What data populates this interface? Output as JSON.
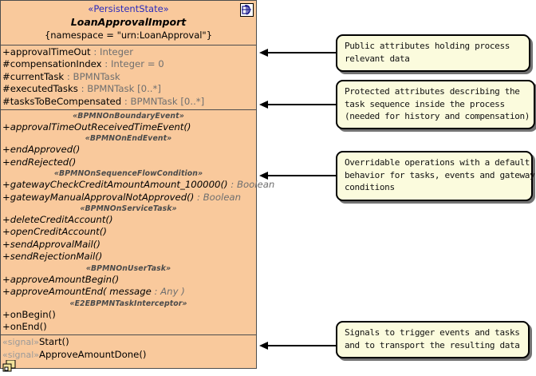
{
  "diagram": {
    "type": "uml-class-diagram",
    "class": {
      "stereotype": "«PersistentState»",
      "name": "LoanApprovalImport",
      "tagged_value": "{namespace = \"urn:LoanApproval\"}",
      "header_icon": "persistent-state-icon",
      "corner_icon": "component-icon",
      "fill_color": "#f9c99c",
      "border_color": "#4d4d4d",
      "stereotype_color": "#2b2bbd",
      "type_color": "#6f6f6f",
      "attributes": [
        {
          "visibility": "+",
          "name": "approvalTimeOut",
          "type": " : Integer"
        },
        {
          "visibility": "#",
          "name": "compensationIndex",
          "type": " : Integer = 0"
        },
        {
          "visibility": "#",
          "name": "currentTask",
          "type": " : BPMNTask"
        },
        {
          "visibility": "#",
          "name": "executedTasks",
          "type": " : BPMNTask [0..*]"
        },
        {
          "visibility": "#",
          "name": "tasksToBeCompensated",
          "type": " : BPMNTask [0..*]"
        }
      ],
      "operation_groups": [
        {
          "stereotype": "«BPMNOnBoundaryEvent»",
          "operations": [
            {
              "visibility": "+",
              "name": "approvalTimeOutReceivedTimeEvent()",
              "type": "",
              "italic": true
            }
          ]
        },
        {
          "stereotype": "«BPMNOnEndEvent»",
          "operations": [
            {
              "visibility": "+",
              "name": "endApproved()",
              "type": "",
              "italic": true
            },
            {
              "visibility": "+",
              "name": "endRejected()",
              "type": "",
              "italic": true
            }
          ]
        },
        {
          "stereotype": "«BPMNOnSequenceFlowCondition»",
          "operations": [
            {
              "visibility": "+",
              "name": "gatewayCheckCreditAmountAmount_100000()",
              "type": " : Boolean",
              "italic": true
            },
            {
              "visibility": "+",
              "name": "gatewayManualApprovalNotApproved()",
              "type": " : Boolean",
              "italic": true
            }
          ]
        },
        {
          "stereotype": "«BPMNOnServiceTask»",
          "operations": [
            {
              "visibility": "+",
              "name": "deleteCreditAccount()",
              "type": "",
              "italic": true
            },
            {
              "visibility": "+",
              "name": "openCreditAccount()",
              "type": "",
              "italic": true
            },
            {
              "visibility": "+",
              "name": "sendApprovalMail()",
              "type": "",
              "italic": true
            },
            {
              "visibility": "+",
              "name": "sendRejectionMail()",
              "type": "",
              "italic": true
            }
          ]
        },
        {
          "stereotype": "«BPMNOnUserTask»",
          "operations": [
            {
              "visibility": "+",
              "name": "approveAmountBegin()",
              "type": "",
              "italic": true
            },
            {
              "visibility": "+",
              "name": "approveAmountEnd( message",
              "type": " : Any )",
              "italic": true
            }
          ]
        },
        {
          "stereotype": "«E2EBPMNTaskInterceptor»",
          "operations": [
            {
              "visibility": "+",
              "name": "onBegin()",
              "type": "",
              "italic": false
            },
            {
              "visibility": "+",
              "name": "onEnd()",
              "type": "",
              "italic": false
            }
          ]
        }
      ],
      "signals": [
        {
          "stereotype": "«signal»",
          "name": "Start()"
        },
        {
          "stereotype": "«signal»",
          "name": "ApproveAmountDone()"
        }
      ]
    },
    "notes": [
      {
        "id": "note-public-attributes",
        "lines": [
          "Public attributes holding process",
          "relevant data"
        ]
      },
      {
        "id": "note-protected-attributes",
        "lines": [
          "Protected attributes describing the",
          "task sequence inside the process",
          "(needed for history and compensation)"
        ]
      },
      {
        "id": "note-overridable-operations",
        "lines": [
          "Overridable operations with a default",
          "behavior for tasks, events and gateway",
          "conditions"
        ]
      },
      {
        "id": "note-signals",
        "lines": [
          "Signals to trigger events and tasks",
          "and to transport the resulting data"
        ]
      }
    ],
    "note_style": {
      "fill_color": "#fbfbdd",
      "border_color": "#000000"
    }
  }
}
